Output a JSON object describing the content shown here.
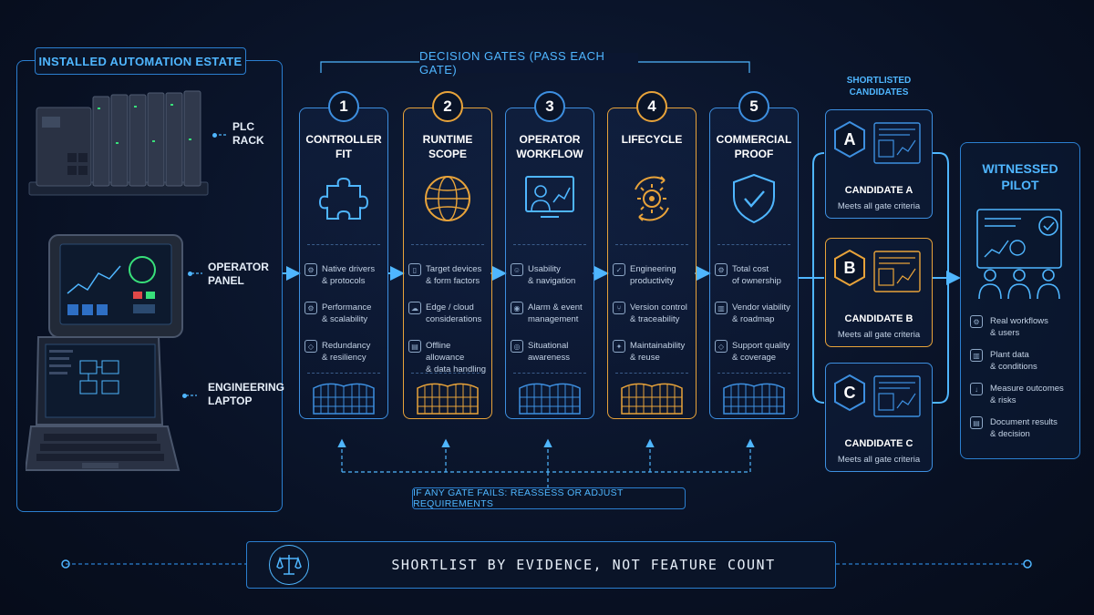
{
  "estate": {
    "title": "INSTALLED AUTOMATION ESTATE",
    "devices": [
      {
        "line1": "PLC",
        "line2": "RACK"
      },
      {
        "line1": "OPERATOR",
        "line2": "PANEL"
      },
      {
        "line1": "ENGINEERING",
        "line2": "LAPTOP"
      }
    ]
  },
  "gates_title": "DECISION GATES (PASS EACH GATE)",
  "colors": {
    "blue": "#3d8fe0",
    "orange": "#e8a33a",
    "accent": "#4fb6ff"
  },
  "gates": [
    {
      "num": "1",
      "title1": "CONTROLLER",
      "title2": "FIT",
      "icon": "puzzle-icon",
      "criteria": [
        {
          "icon": "gear-icon",
          "l1": "Native drivers",
          "l2": "& protocols"
        },
        {
          "icon": "gear-icon",
          "l1": "Performance",
          "l2": "& scalability"
        },
        {
          "icon": "shield-icon",
          "l1": "Redundancy",
          "l2": "& resiliency"
        }
      ]
    },
    {
      "num": "2",
      "title1": "RUNTIME",
      "title2": "SCOPE",
      "icon": "globe-icon",
      "criteria": [
        {
          "icon": "device-icon",
          "l1": "Target devices",
          "l2": "& form factors"
        },
        {
          "icon": "cloud-icon",
          "l1": "Edge / cloud",
          "l2": "considerations"
        },
        {
          "icon": "data-icon",
          "l1": "Offline allowance",
          "l2": "& data handling"
        }
      ]
    },
    {
      "num": "3",
      "title1": "OPERATOR",
      "title2": "WORKFLOW",
      "icon": "operator-screen-icon",
      "criteria": [
        {
          "icon": "user-icon",
          "l1": "Usability",
          "l2": "& navigation"
        },
        {
          "icon": "bell-icon",
          "l1": "Alarm & event",
          "l2": "management"
        },
        {
          "icon": "eye-icon",
          "l1": "Situational",
          "l2": "awareness"
        }
      ]
    },
    {
      "num": "4",
      "title1": "LIFECYCLE",
      "title2": "",
      "icon": "cycle-gear-icon",
      "criteria": [
        {
          "icon": "check-icon",
          "l1": "Engineering",
          "l2": "productivity"
        },
        {
          "icon": "branch-icon",
          "l1": "Version control",
          "l2": "& traceability"
        },
        {
          "icon": "wrench-icon",
          "l1": "Maintainability",
          "l2": "& reuse"
        }
      ]
    },
    {
      "num": "5",
      "title1": "COMMERCIAL",
      "title2": "PROOF",
      "icon": "shield-check-icon",
      "criteria": [
        {
          "icon": "gear-icon",
          "l1": "Total cost",
          "l2": "of ownership"
        },
        {
          "icon": "chart-icon",
          "l1": "Vendor viability",
          "l2": "& roadmap"
        },
        {
          "icon": "shield-icon",
          "l1": "Support quality",
          "l2": "& coverage"
        }
      ]
    }
  ],
  "candidates": {
    "heading1": "SHORTLISTED",
    "heading2": "CANDIDATES",
    "items": [
      {
        "letter": "A",
        "name": "CANDIDATE A",
        "sub": "Meets all gate criteria"
      },
      {
        "letter": "B",
        "name": "CANDIDATE B",
        "sub": "Meets all gate criteria"
      },
      {
        "letter": "C",
        "name": "CANDIDATE C",
        "sub": "Meets all gate criteria"
      }
    ]
  },
  "pilot": {
    "title1": "WITNESSED",
    "title2": "PILOT",
    "items": [
      {
        "icon": "gear-icon",
        "l1": "Real workflows",
        "l2": "& users"
      },
      {
        "icon": "plant-data-icon",
        "l1": "Plant data",
        "l2": "& conditions"
      },
      {
        "icon": "measure-icon",
        "l1": "Measure outcomes",
        "l2": "& risks"
      },
      {
        "icon": "document-icon",
        "l1": "Document results",
        "l2": "& decision"
      }
    ]
  },
  "feedback": "IF ANY GATE FAILS: REASSESS OR ADJUST REQUIREMENTS",
  "banner": "SHORTLIST BY EVIDENCE, NOT FEATURE COUNT"
}
